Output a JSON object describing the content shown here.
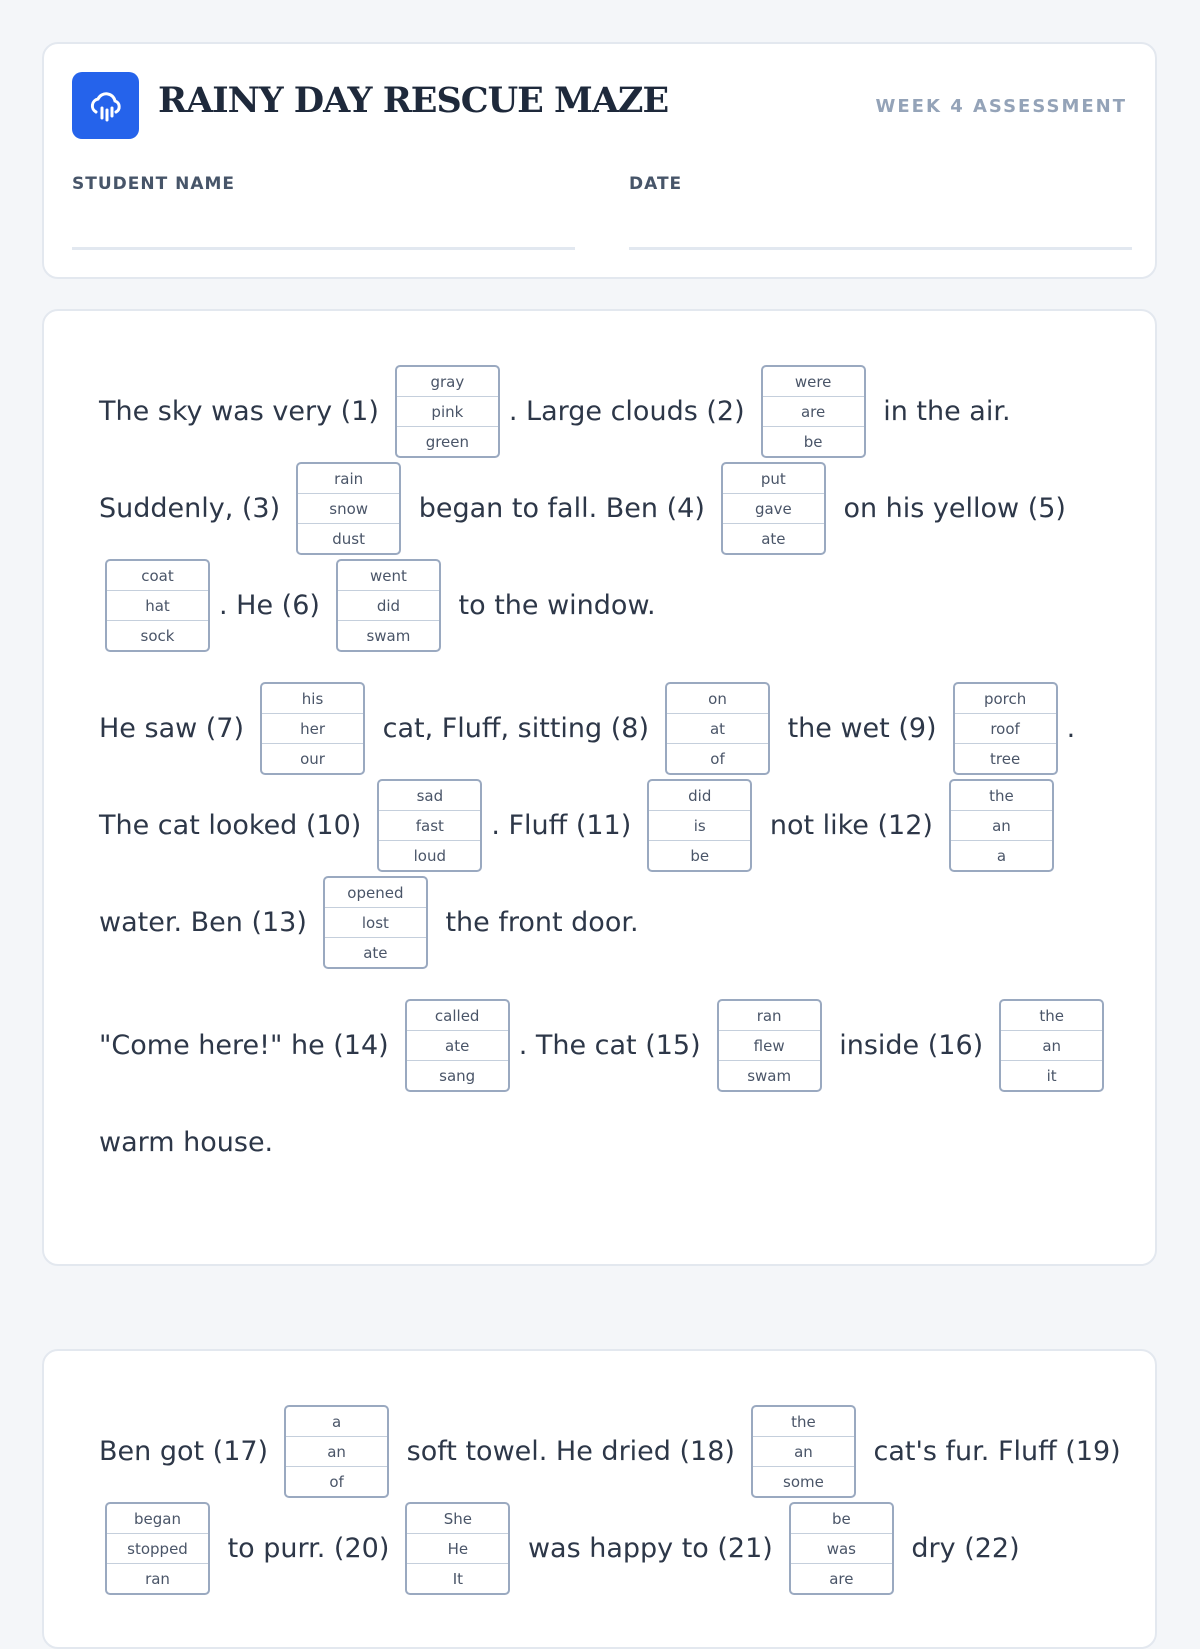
{
  "header": {
    "title": "RAINY DAY RESCUE MAZE",
    "subtitle": "WEEK 4 ASSESSMENT",
    "icon": "cloud-rain-icon",
    "accent": "#2563eb",
    "student_name_label": "STUDENT NAME",
    "date_label": "DATE",
    "student_name_value": "",
    "date_value": ""
  },
  "cards": [
    {
      "groups": [
        [
          [
            {
              "t": "The sky was very (1)"
            },
            {
              "n": 1,
              "o": [
                "gray",
                "pink",
                "green"
              ]
            },
            {
              "t": ". Large clouds (2)"
            },
            {
              "n": 2,
              "o": [
                "were",
                "are",
                "be"
              ]
            },
            {
              "t": " in the air."
            }
          ],
          [
            {
              "t": "Suddenly, (3)"
            },
            {
              "n": 3,
              "o": [
                "rain",
                "snow",
                "dust"
              ]
            },
            {
              "t": " began to fall. Ben (4)"
            },
            {
              "n": 4,
              "o": [
                "put",
                "gave",
                "ate"
              ]
            },
            {
              "t": " on his yellow (5)"
            }
          ],
          [
            {
              "n": 5,
              "o": [
                "coat",
                "hat",
                "sock"
              ]
            },
            {
              "t": ". He (6)"
            },
            {
              "n": 6,
              "o": [
                "went",
                "did",
                "swam"
              ]
            },
            {
              "t": " to the window."
            }
          ]
        ],
        [
          [
            {
              "t": "He saw (7)"
            },
            {
              "n": 7,
              "o": [
                "his",
                "her",
                "our"
              ]
            },
            {
              "t": " cat, Fluff, sitting (8)"
            },
            {
              "n": 8,
              "o": [
                "on",
                "at",
                "of"
              ]
            },
            {
              "t": " the wet (9)"
            },
            {
              "n": 9,
              "o": [
                "porch",
                "roof",
                "tree"
              ]
            },
            {
              "t": "."
            }
          ],
          [
            {
              "t": "The cat looked (10)"
            },
            {
              "n": 10,
              "o": [
                "sad",
                "fast",
                "loud"
              ]
            },
            {
              "t": ". Fluff (11)"
            },
            {
              "n": 11,
              "o": [
                "did",
                "is",
                "be"
              ]
            },
            {
              "t": " not like (12)"
            },
            {
              "n": 12,
              "o": [
                "the",
                "an",
                "a"
              ]
            }
          ],
          [
            {
              "t": "water. Ben (13)"
            },
            {
              "n": 13,
              "o": [
                "opened",
                "lost",
                "ate"
              ]
            },
            {
              "t": " the front door."
            }
          ]
        ],
        [
          [
            {
              "t": "\"Come here!\" he (14)"
            },
            {
              "n": 14,
              "o": [
                "called",
                "ate",
                "sang"
              ]
            },
            {
              "t": ". The cat (15)"
            },
            {
              "n": 15,
              "o": [
                "ran",
                "flew",
                "swam"
              ]
            },
            {
              "t": " inside (16)"
            },
            {
              "n": 16,
              "o": [
                "the",
                "an",
                "it"
              ]
            }
          ],
          [
            {
              "t": "warm house."
            }
          ]
        ]
      ]
    },
    {
      "groups": [
        [
          [
            {
              "t": "Ben got (17)"
            },
            {
              "n": 17,
              "o": [
                "a",
                "an",
                "of"
              ]
            },
            {
              "t": " soft towel. He dried (18)"
            },
            {
              "n": 18,
              "o": [
                "the",
                "an",
                "some"
              ]
            },
            {
              "t": " cat's fur. Fluff (19)"
            }
          ],
          [
            {
              "n": 19,
              "o": [
                "began",
                "stopped",
                "ran"
              ]
            },
            {
              "t": " to purr. (20)"
            },
            {
              "n": 20,
              "o": [
                "She",
                "He",
                "It"
              ]
            },
            {
              "t": " was happy to (21)"
            },
            {
              "n": 21,
              "o": [
                "be",
                "was",
                "are"
              ]
            },
            {
              "t": " dry (22)"
            }
          ]
        ]
      ]
    }
  ]
}
